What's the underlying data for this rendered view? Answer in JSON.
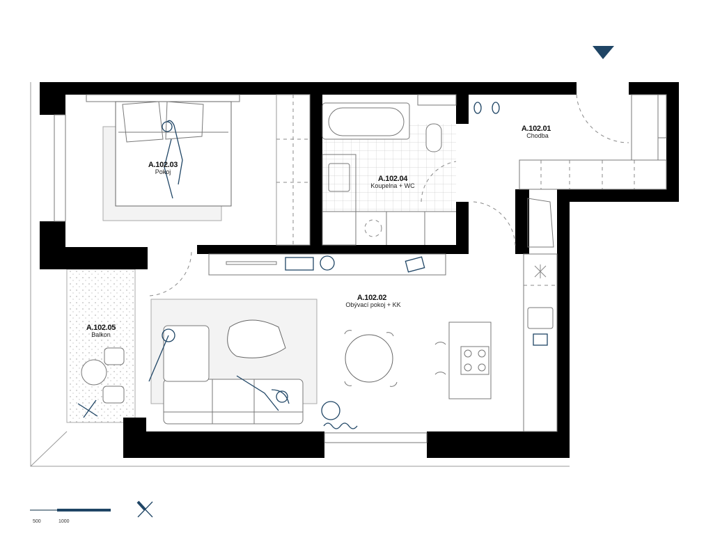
{
  "rooms": [
    {
      "code": "A.102.01",
      "name": "Chodba"
    },
    {
      "code": "A.102.02",
      "name": "Obývací pokoj + KK"
    },
    {
      "code": "A.102.03",
      "name": "Pokoj"
    },
    {
      "code": "A.102.04",
      "name": "Koupelna + WC"
    },
    {
      "code": "A.102.05",
      "name": "Balkon"
    }
  ],
  "scale_bar": {
    "labels": [
      "500",
      "1000"
    ]
  },
  "colors": {
    "accent": "#1f4565",
    "wall": "#000000"
  },
  "icons": [
    "entrance-arrow-icon",
    "north-arrow-icon"
  ]
}
